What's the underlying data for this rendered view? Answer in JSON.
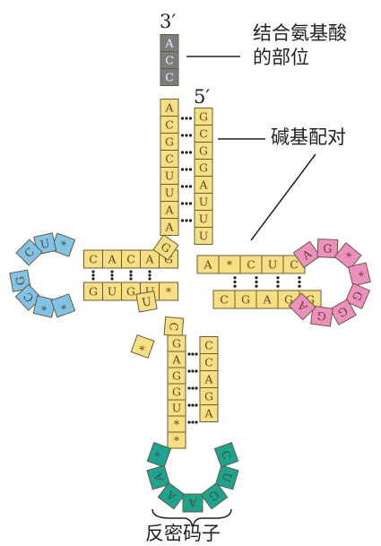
{
  "labels": {
    "end3": "3′",
    "end5": "5′",
    "aa_site": "结合氨基酸\n的部位",
    "aa_site_line1": "结合氨基酸",
    "aa_site_line2": "的部位",
    "base_pairing": "碱基配对",
    "anticodon": "反密码子"
  },
  "colors": {
    "stem": "#f8e082",
    "acceptor_end": "#7c7d80",
    "d_loop": "#7fc3e8",
    "t_loop": "#ee8fbf",
    "anticodon_loop": "#1aa591",
    "outline": "#6b5a3a"
  },
  "strands": {
    "acceptor_3_end": [
      "A",
      "C",
      "C"
    ],
    "acceptor_3_stem": [
      "A",
      "C",
      "G",
      "C",
      "U",
      "U",
      "A",
      "A"
    ],
    "acceptor_5_stem": [
      "G",
      "C",
      "G",
      "G",
      "A",
      "U",
      "U",
      "U"
    ],
    "d_stem_top": [
      "C",
      "A",
      "C",
      "A",
      "G"
    ],
    "d_loop_top": [
      "*",
      "U",
      "C"
    ],
    "d_loop_bottom": [
      "G",
      "C",
      "*",
      "*"
    ],
    "d_stem_bottom": [
      "G",
      "U",
      "G",
      "U",
      "*"
    ],
    "variable": [
      "U",
      "C",
      "*"
    ],
    "anticodon_stem_left": [
      "G",
      "A",
      "G",
      "G",
      "U",
      "*",
      "*"
    ],
    "anticodon_stem_right": [
      "C",
      "C",
      "A",
      "G",
      "A"
    ],
    "anticodon_loop": [
      "*",
      "A",
      "A",
      "A",
      "G",
      "U",
      "C"
    ],
    "t_stem_top": [
      "A",
      "*",
      "C",
      "U",
      "C"
    ],
    "t_loop": [
      "A",
      "G",
      "*",
      "*",
      "G",
      "G",
      "G",
      "A"
    ],
    "t_stem_bottom": [
      "C",
      "G",
      "A",
      "G",
      "G"
    ]
  }
}
